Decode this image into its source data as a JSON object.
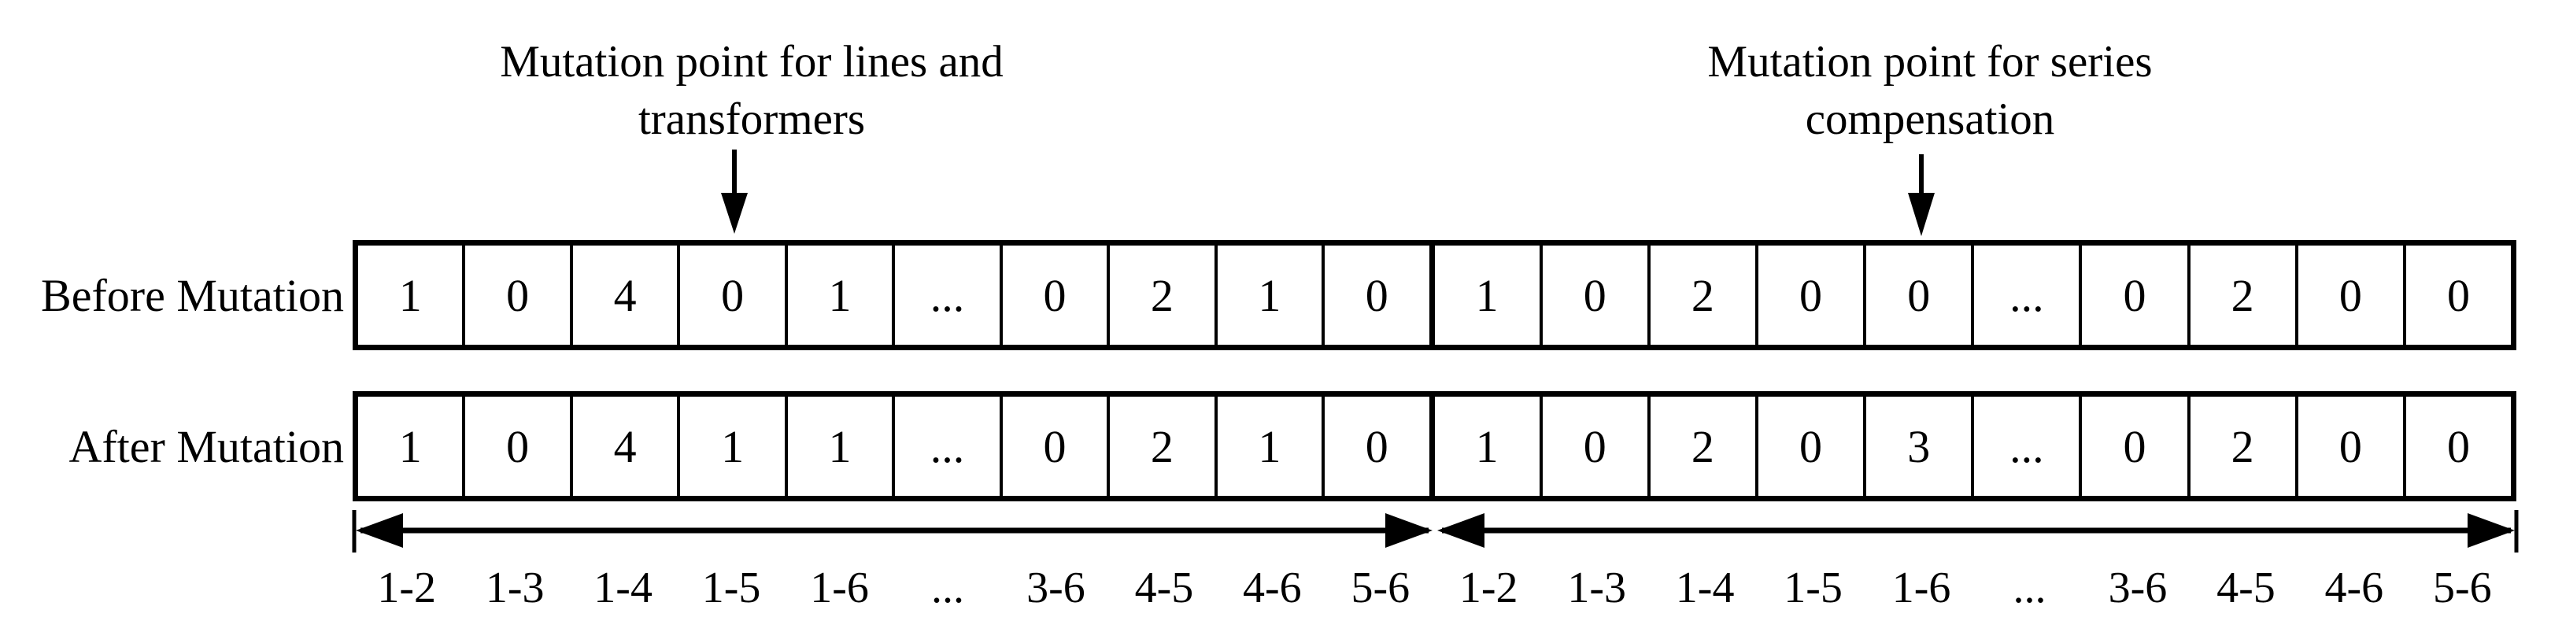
{
  "page": {
    "background": "#ffffff",
    "foreground": "#000000"
  },
  "diagram": {
    "annotations": {
      "lines_transformers": {
        "line1": "Mutation point for lines and",
        "line2": "transformers"
      },
      "series_compensation": {
        "line1": "Mutation point for series",
        "line2": "compensation"
      }
    },
    "rows": [
      {
        "label": "Before Mutation",
        "segments": [
          {
            "name": "lines-and-transformers",
            "cells": [
              "1",
              "0",
              "4",
              "0",
              "1",
              "...",
              "0",
              "2",
              "1",
              "0"
            ]
          },
          {
            "name": "series-compensation",
            "cells": [
              "1",
              "0",
              "2",
              "0",
              "0",
              "...",
              "0",
              "2",
              "0",
              "0"
            ]
          }
        ]
      },
      {
        "label": "After Mutation",
        "segments": [
          {
            "name": "lines-and-transformers",
            "cells": [
              "1",
              "0",
              "4",
              "1",
              "1",
              "...",
              "0",
              "2",
              "1",
              "0"
            ]
          },
          {
            "name": "series-compensation",
            "cells": [
              "1",
              "0",
              "2",
              "0",
              "3",
              "...",
              "0",
              "2",
              "0",
              "0"
            ]
          }
        ]
      }
    ],
    "axis": {
      "segments": [
        {
          "labels": [
            "1-2",
            "1-3",
            "1-4",
            "1-5",
            "1-6",
            "...",
            "3-6",
            "4-5",
            "4-6",
            "5-6"
          ]
        },
        {
          "labels": [
            "1-2",
            "1-3",
            "1-4",
            "1-5",
            "1-6",
            "...",
            "3-6",
            "4-5",
            "4-6",
            "5-6"
          ]
        }
      ]
    }
  }
}
